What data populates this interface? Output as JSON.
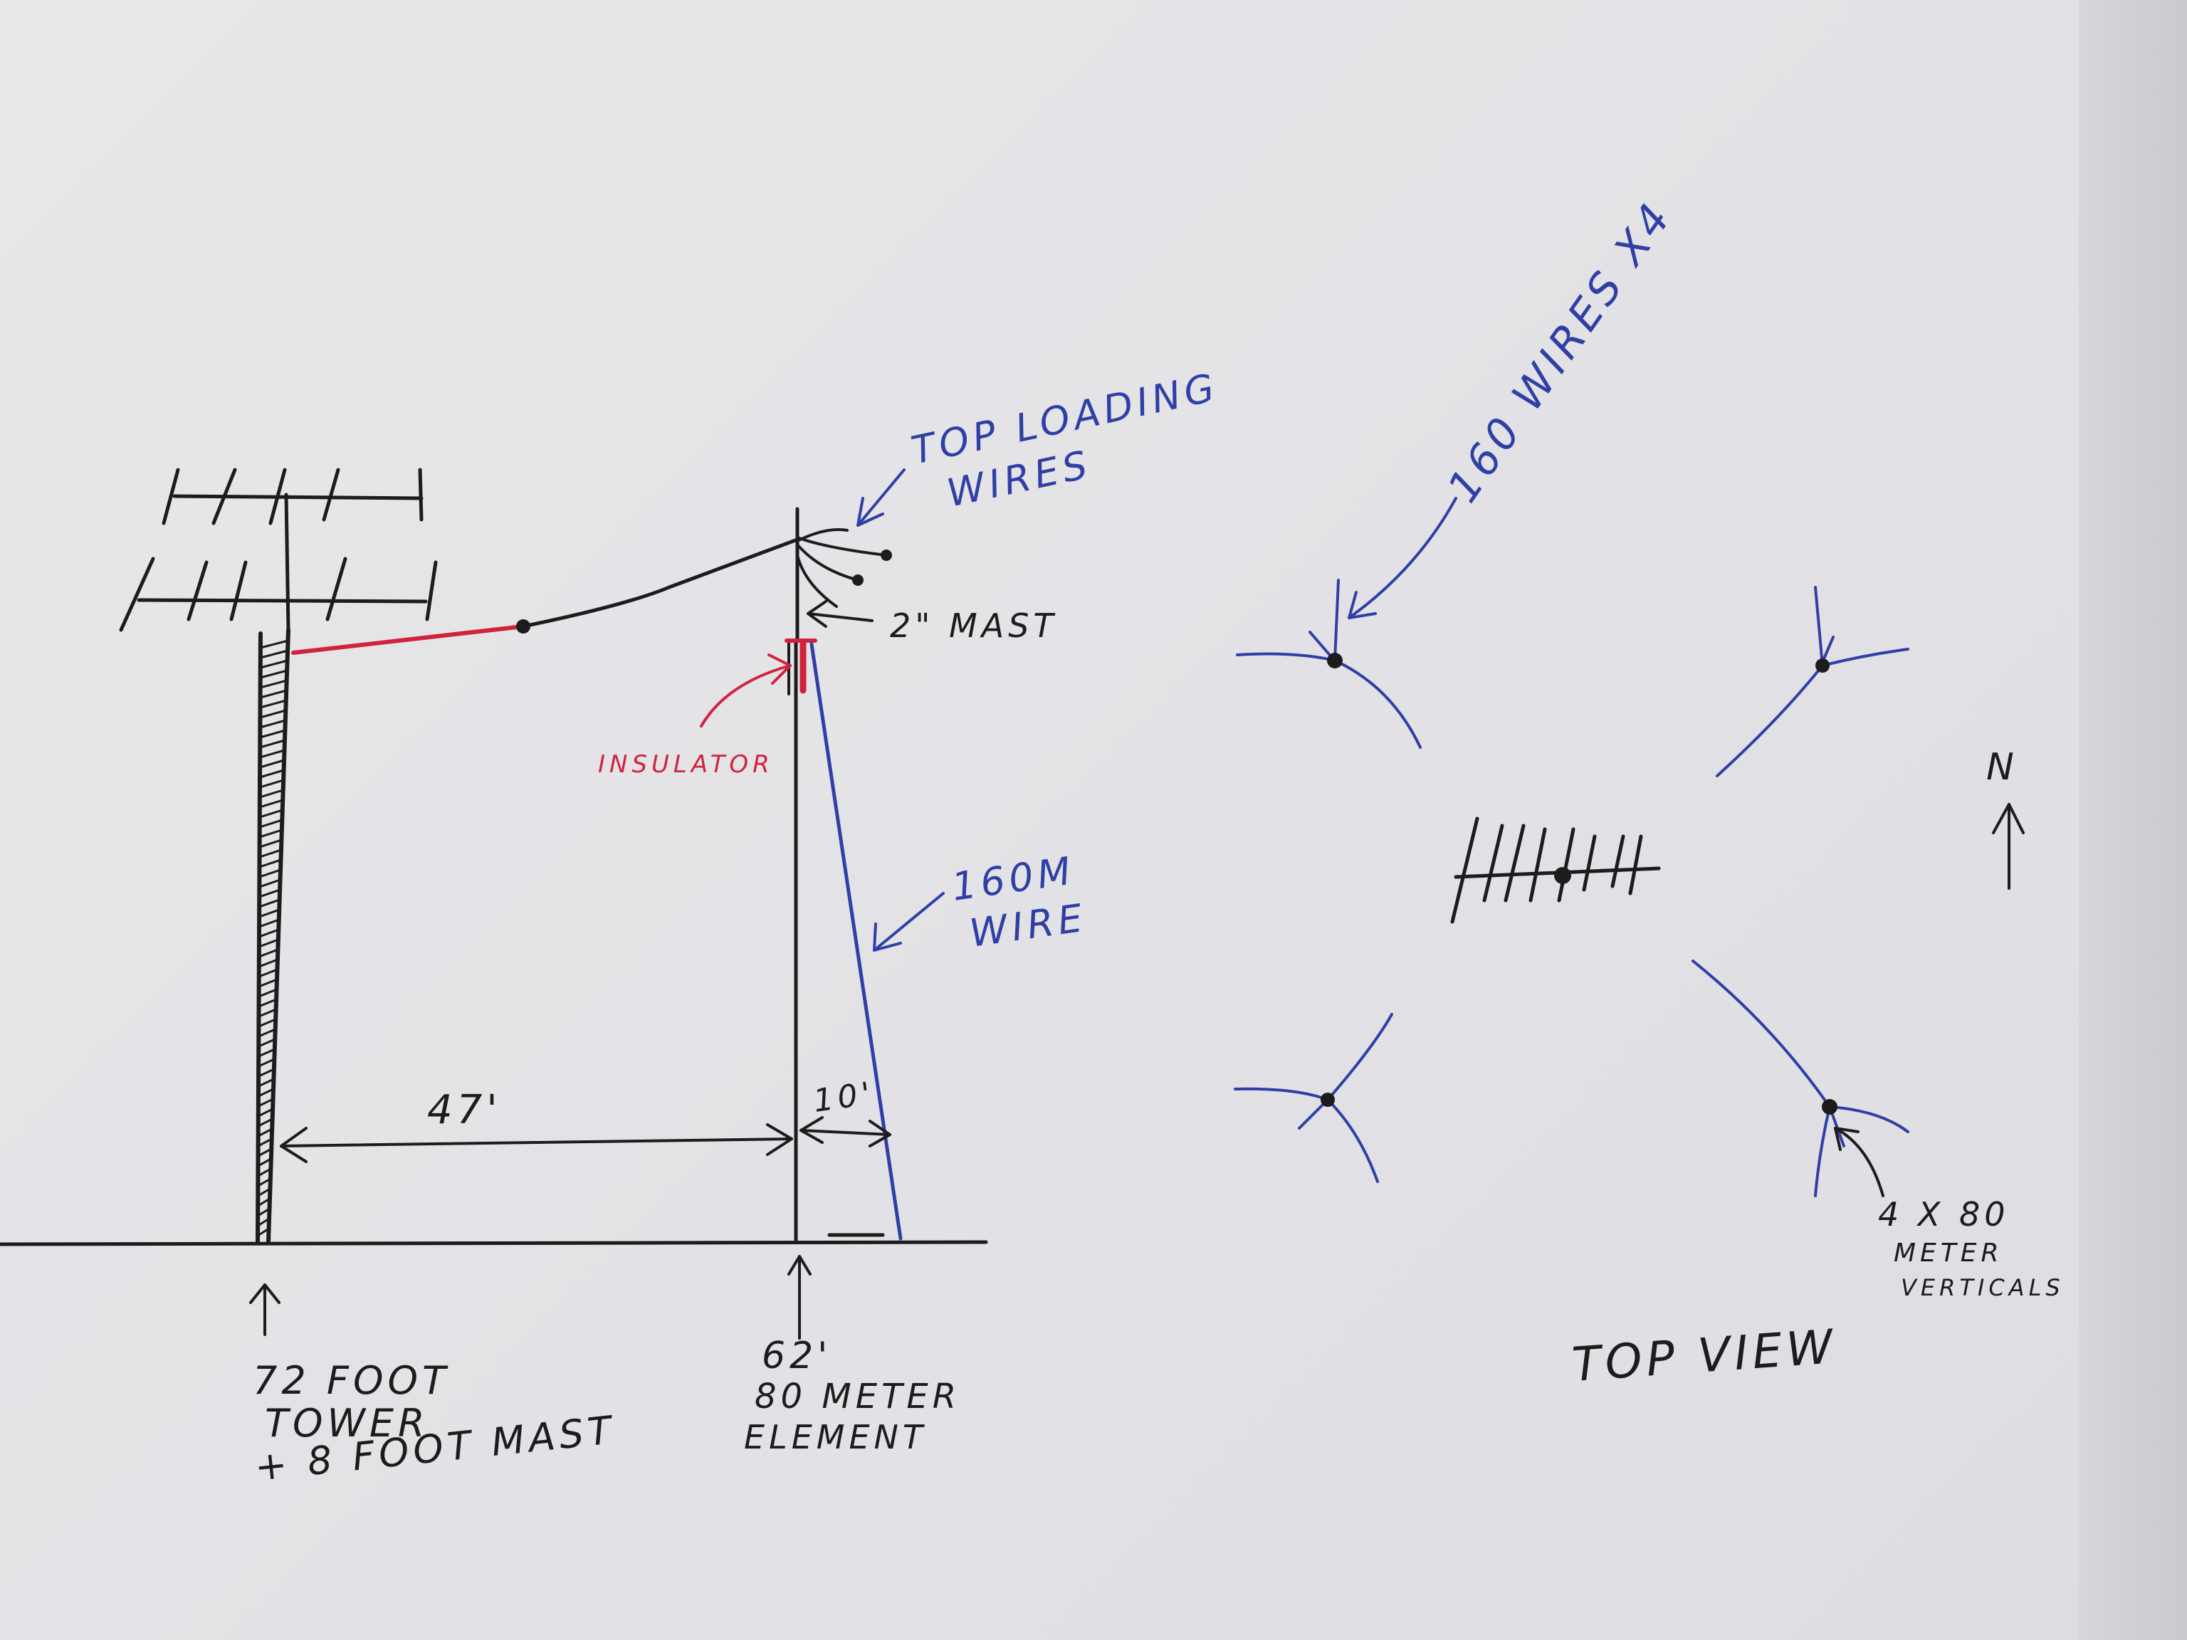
{
  "side_view": {
    "tower_label": [
      "72 FOOT",
      "TOWER",
      "+ 8 FOOT MAST"
    ],
    "element_label": [
      "62'",
      "80 METER",
      "ELEMENT"
    ],
    "distance_47": "47'",
    "distance_10": "10'",
    "mast_label": "2\" MAST",
    "insulator_label": "INSULATOR",
    "top_loading_label": [
      "TOP LOADING",
      "WIRES"
    ],
    "wire_160_label": [
      "160M",
      "WIRE"
    ]
  },
  "top_view": {
    "title": "TOP VIEW",
    "wires_label": "160 WIRES X4",
    "verticals_label": [
      "4 X 80",
      "METER",
      "VERTICALS"
    ],
    "north_label": "N"
  },
  "colors": {
    "ink_black": "#1c1c1c",
    "ink_blue": "#2f3fa6",
    "ink_red": "#d2233e",
    "paper": "#e4e4e6"
  }
}
